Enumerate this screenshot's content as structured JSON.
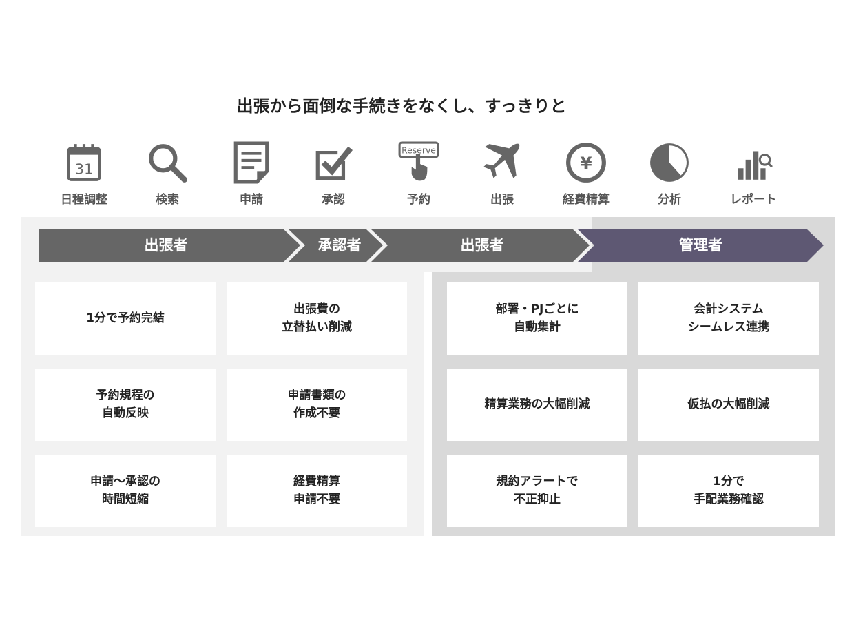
{
  "title": "出張から面倒な手続きをなくし、すっきりと",
  "icons": [
    {
      "name": "calendar-icon",
      "label": "日程調整",
      "text": "31"
    },
    {
      "name": "search-icon",
      "label": "検索"
    },
    {
      "name": "document-icon",
      "label": "申請"
    },
    {
      "name": "checkbox-icon",
      "label": "承認"
    },
    {
      "name": "reserve-button-icon",
      "label": "予約",
      "text": "Reserve"
    },
    {
      "name": "airplane-icon",
      "label": "出張"
    },
    {
      "name": "yen-coin-icon",
      "label": "経費精算",
      "text": "¥"
    },
    {
      "name": "pie-chart-icon",
      "label": "分析"
    },
    {
      "name": "report-chart-icon",
      "label": "レポート"
    }
  ],
  "flow": [
    {
      "label": "出張者"
    },
    {
      "label": "承認者"
    },
    {
      "label": "出張者"
    },
    {
      "label": "管理者"
    }
  ],
  "colors": {
    "flow_gray": "#666666",
    "flow_purple": "#5e5873",
    "left_panel": "#f2f2f2",
    "right_panel": "#d9d9d9"
  },
  "traveler_benefits": [
    "1分で予約完結",
    "出張費の\n立替払い削減",
    "予約規程の\n自動反映",
    "申請書類の\n作成不要",
    "申請～承認の\n時間短縮",
    "経費精算\n申請不要"
  ],
  "admin_benefits": [
    "部署・PJごとに\n自動集計",
    "会計システム\nシームレス連携",
    "精算業務の大幅削減",
    "仮払の大幅削減",
    "規約アラートで\n不正抑止",
    "1分で\n手配業務確認"
  ]
}
